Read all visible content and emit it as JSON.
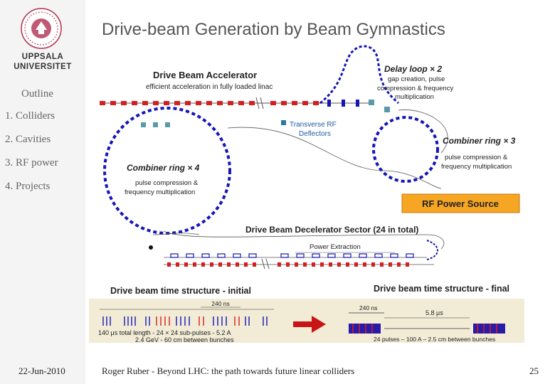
{
  "slide": {
    "title": "Drive-beam Generation by Beam Gymnastics",
    "footer": {
      "date": "22-Jun-2010",
      "text": "Roger Ruber - Beyond LHC: the path towards future linear colliders",
      "page": "25"
    }
  },
  "sidebar": {
    "university_line1": "UPPSALA",
    "university_line2": "UNIVERSITET",
    "outline_title": "Outline",
    "items": [
      {
        "label": "1. Colliders"
      },
      {
        "label": "2. Cavities"
      },
      {
        "label": "3. RF power"
      },
      {
        "label": "4. Projects"
      }
    ]
  },
  "diagram": {
    "accel_title": "Drive Beam Accelerator",
    "accel_sub": "efficient acceleration in fully loaded linac",
    "delay_title": "Delay loop × 2",
    "delay_sub1": "gap creation, pulse",
    "delay_sub2": "compression & frequency",
    "delay_sub3": "multiplication",
    "trf1": "Transverse RF",
    "trf2": "Deflectors",
    "cr3_title": "Combiner ring × 3",
    "cr3_sub1": "pulse compression &",
    "cr3_sub2": "frequency multiplication",
    "cr4_title": "Combiner ring × 4",
    "cr4_sub1": "pulse compression &",
    "cr4_sub2": "frequency multiplication",
    "rf_box": "RF Power Source",
    "decel_title": "Drive Beam Decelerator Sector (24 in total)",
    "power_extraction": "Power Extraction",
    "time_initial": "Drive beam time structure - initial",
    "time_final": "Drive beam time structure - final",
    "init_240": "240 ns",
    "init_line1": "140 μs total length - 24 × 24 sub-pulses - 5.2 A",
    "init_line2": "2.4 GeV - 60 cm between bunches",
    "final_240": "240 ns",
    "final_58": "5.8 μs",
    "final_24": "24 pulses – 100 A – 2.5 cm between bunches",
    "colors": {
      "beam_blue": "#1515b8",
      "beam_red": "#d42020",
      "rf_box_fill": "#f6a623",
      "arrow_red": "#c81414",
      "timing_panel": "#f2ecd6"
    }
  }
}
